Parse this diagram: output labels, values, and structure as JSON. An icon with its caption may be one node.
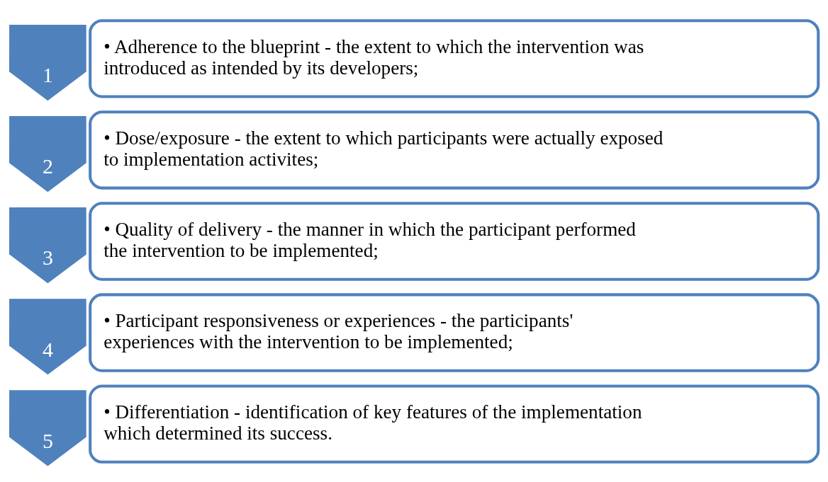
{
  "diagram": {
    "nodes": [
      {
        "text": [
          "1"
        ]
      },
      {
        "text": [
          "• Adherence to the blueprint - the extent to which the intervention was introduced as intended by its developers;"
        ]
      },
      {
        "text": [
          "2"
        ]
      },
      {
        "text": [
          "• Dose/exposure - the extent to which participants were actually exposed to implementation activites;"
        ]
      },
      {
        "text": [
          "3"
        ]
      },
      {
        "text": [
          "• Quality of delivery - the manner in which the participant performed the intervention to be implemented;"
        ]
      },
      {
        "text": [
          "4"
        ]
      },
      {
        "text": [
          "• Participant responsiveness or experiences - the participants' experiences with the intervention to be implemented;"
        ]
      },
      {
        "text": [
          "5"
        ]
      },
      {
        "text": [
          "• Differentiation - identification of key features of the implementation which determined its success."
        ]
      }
    ],
    "edges": []
  }
}
